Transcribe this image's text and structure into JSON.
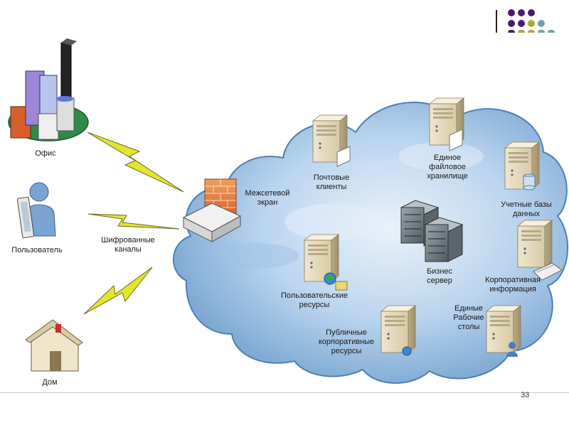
{
  "labels": {
    "office": "Офис",
    "user": "Пользователь",
    "home": "Дом",
    "encrypted_channels": "Шифрованные\nканалы",
    "firewall": "Межсетевой\nэкран",
    "mail_clients": "Почтовые\nклиенты",
    "file_storage": "Единое\nфайловое\nхранилище",
    "databases": "Учетные базы\nданных",
    "business_server": "Бизнес\nсервер",
    "user_resources": "Пользовательские\nресурсы",
    "corporate_info": "Корпоративная\nинформация",
    "public_resources": "Публичные\nкорпоративные\nресурсы",
    "unified_desktops": "Единые\nРабочие\nстолы"
  },
  "slide": {
    "page_number": "33"
  },
  "colors": {
    "dots_purple": "#4b1a6e",
    "dots_olive": "#a8ab3a",
    "dots_teal": "#6fa3a1",
    "cloud_fill": "#bcd6ee",
    "cloud_dark": "#6f9fcf",
    "lightning": "#e3e62a"
  },
  "icons": {
    "office": "office-buildings-icon",
    "user": "user-with-tablet-icon",
    "home": "house-icon",
    "firewall": "firewall-router-icon",
    "server": "server-tower-icon"
  }
}
